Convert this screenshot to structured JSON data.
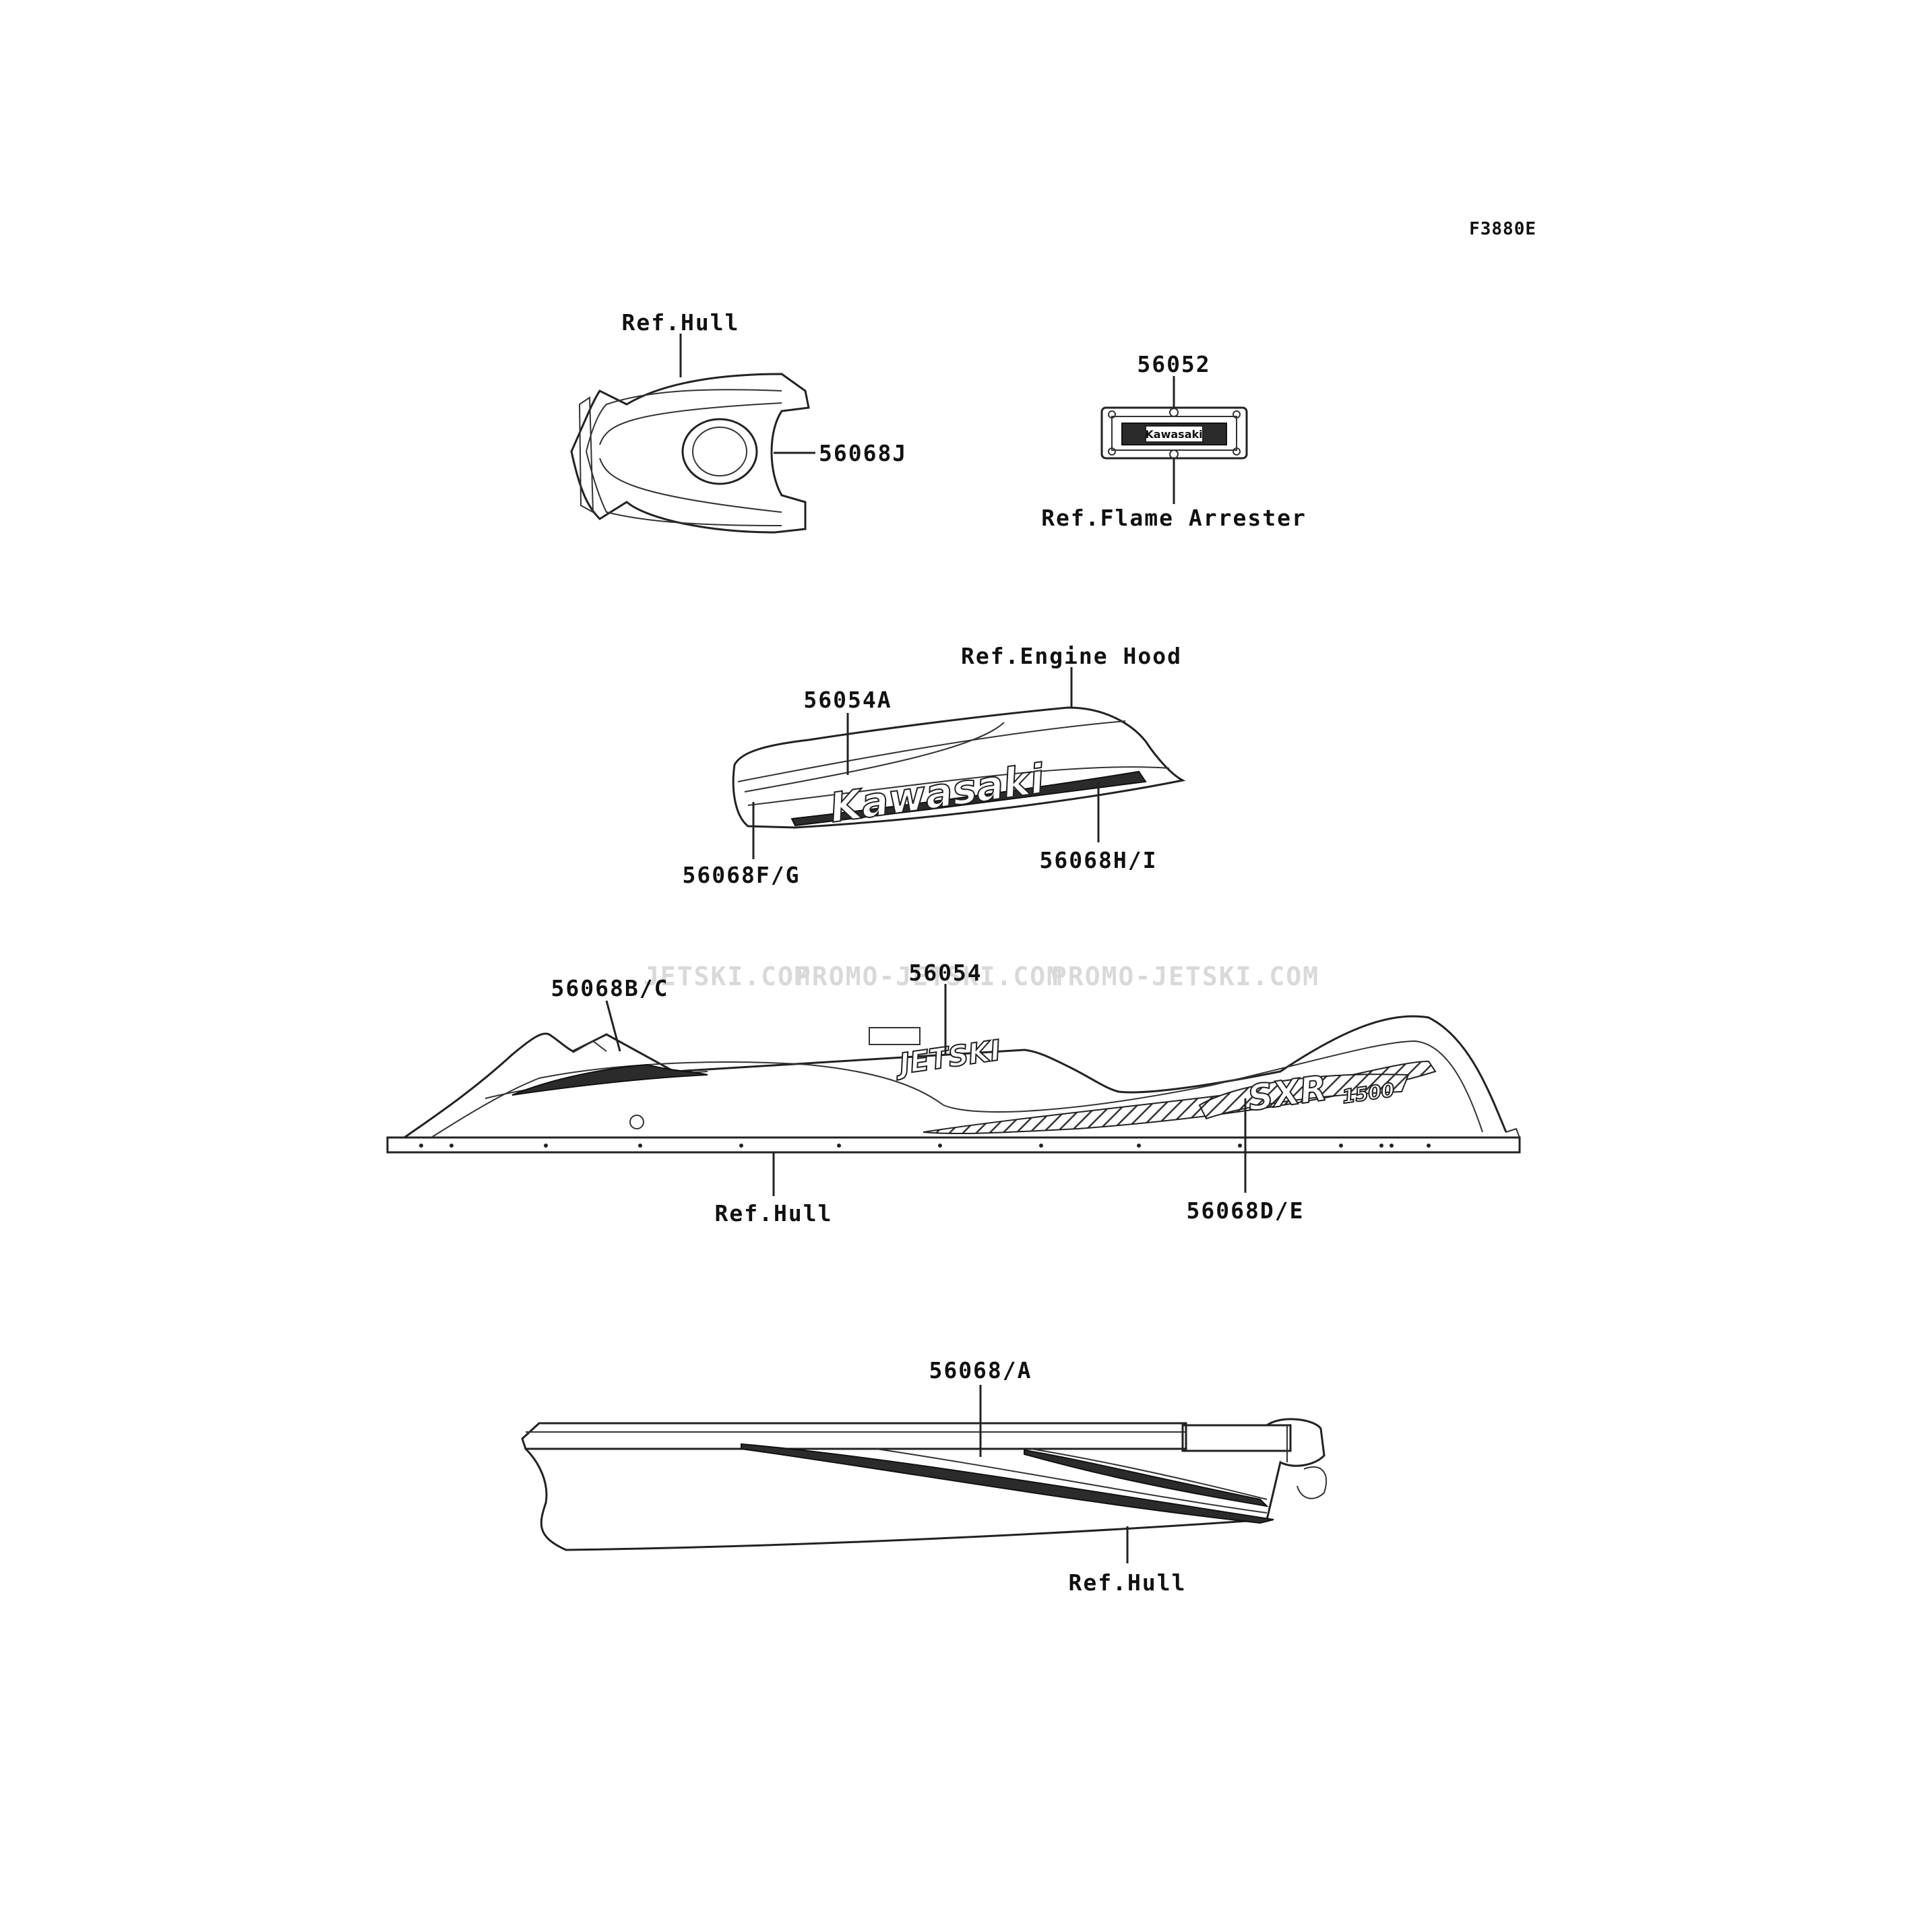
{
  "figure_code": "F3880E",
  "watermark": [
    "JETSKI.COM",
    "PROMO-JETSKI.COM",
    "PROMO-JETSKI.COM"
  ],
  "logos": {
    "kawasaki": "Kawasaki",
    "jetski": "JETSKI",
    "sxr": "SXR",
    "sxr_sub": "1500",
    "plate": "Kawasaki"
  },
  "callouts": {
    "ref_hull_top": "Ref.Hull",
    "part_56068J": "56068J",
    "part_56052": "56052",
    "ref_flame_arrester": "Ref.Flame Arrester",
    "ref_engine_hood": "Ref.Engine Hood",
    "part_56054A": "56054A",
    "part_56068FG": "56068F/G",
    "part_56068HI": "56068H/I",
    "part_56054": "56054",
    "part_56068BC": "56068B/C",
    "ref_hull_side": "Ref.Hull",
    "part_56068DE": "56068D/E",
    "part_56068A": "56068/A",
    "ref_hull_bottom": "Ref.Hull"
  }
}
